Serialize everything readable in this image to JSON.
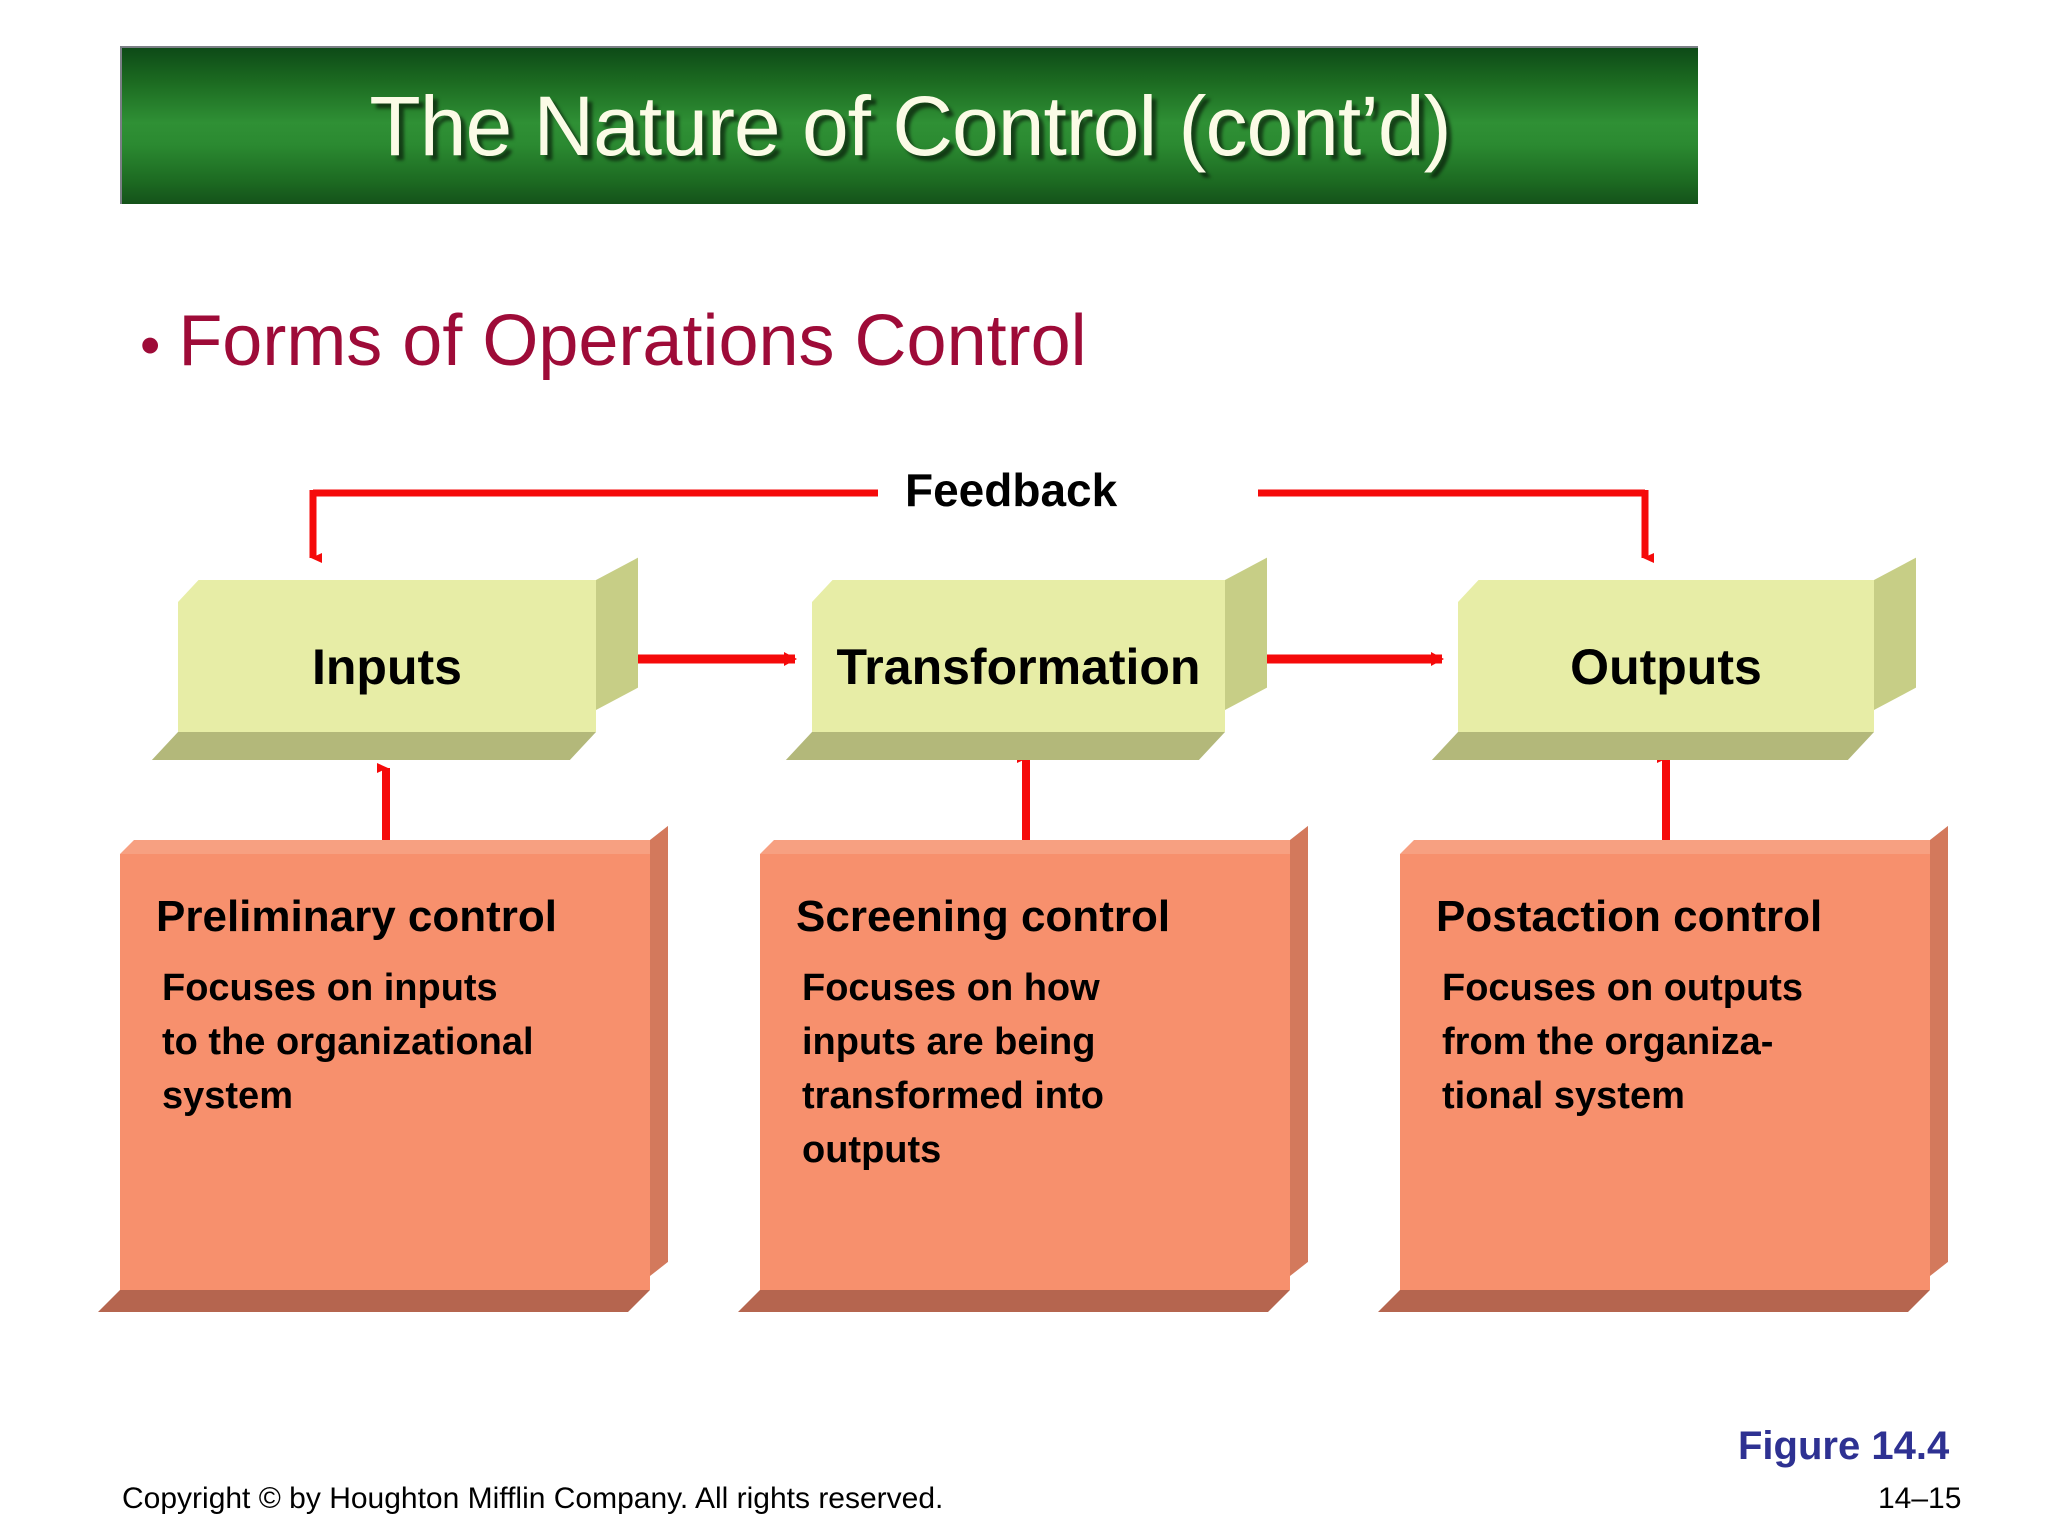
{
  "slide": {
    "title": "The Nature of Control (cont’d)",
    "bullet": {
      "marker": "•",
      "label": "Forms of Operations Control"
    },
    "figure_label": "Figure 14.4",
    "copyright": "Copyright © by Houghton Mifflin Company. All rights reserved.",
    "page_number": "14–15"
  },
  "diagram": {
    "feedback_label": "Feedback",
    "process_boxes": [
      {
        "id": "inputs",
        "label": "Inputs"
      },
      {
        "id": "transformation",
        "label": "Transformation"
      },
      {
        "id": "outputs",
        "label": "Outputs"
      }
    ],
    "control_cards": [
      {
        "id": "preliminary",
        "title": "Preliminary control",
        "lines": [
          "Focuses on inputs",
          "to the organizational",
          "system"
        ]
      },
      {
        "id": "screening",
        "title": "Screening control",
        "lines": [
          "Focuses on how",
          "inputs are being",
          "transformed into",
          "outputs"
        ]
      },
      {
        "id": "postaction",
        "title": "Postaction control",
        "lines": [
          "Focuses on outputs",
          "from the organiza-",
          "tional system"
        ]
      }
    ]
  },
  "colors": {
    "title_bar_green": "#2f9035",
    "title_text": "#fbfbe6",
    "bullet_maroon": "#9e0b38",
    "process_box_face": "#e7eda6",
    "process_box_shade": "#b3b87a",
    "control_card_face": "#f7906d",
    "control_card_shade": "#b5654f",
    "arrow_red": "#f50a0a",
    "figure_label_blue": "#2e3192"
  }
}
